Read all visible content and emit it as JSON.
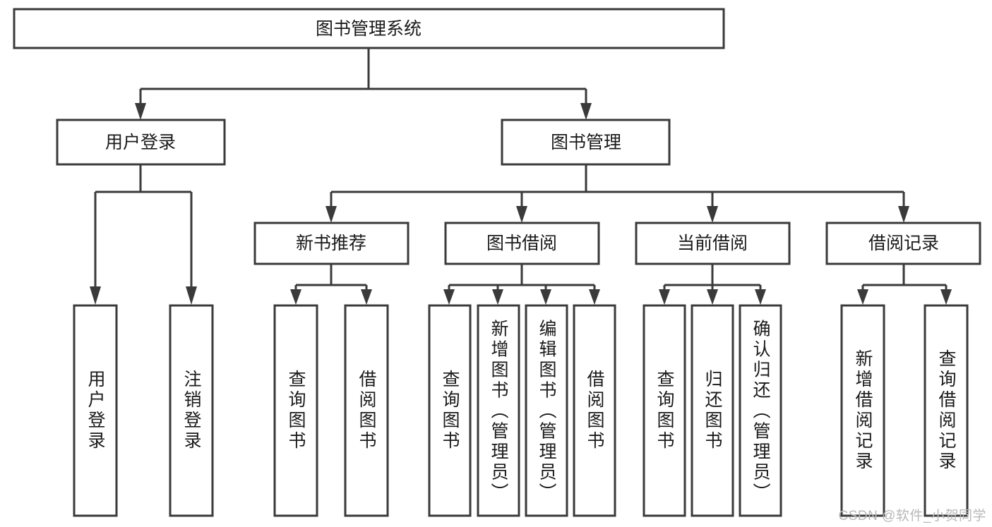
{
  "diagram": {
    "type": "tree-hierarchy-functional-decomposition",
    "title": "图书管理系统",
    "orientation": "top-down",
    "background_color": "#ffffff",
    "stroke_color": "#3a3a3a",
    "text_color": "#1a1a1a",
    "levels": [
      {
        "level": 1,
        "nodes": [
          {
            "id": "root",
            "label": "图书管理系统",
            "orientation": "horizontal"
          }
        ]
      },
      {
        "level": 2,
        "nodes": [
          {
            "id": "login",
            "label": "用户登录",
            "orientation": "horizontal",
            "parent": "root"
          },
          {
            "id": "bookmgmt",
            "label": "图书管理",
            "orientation": "horizontal",
            "parent": "root"
          }
        ]
      },
      {
        "level": 3,
        "nodes": [
          {
            "id": "newbook",
            "label": "新书推荐",
            "orientation": "horizontal",
            "parent": "bookmgmt"
          },
          {
            "id": "borrow",
            "label": "图书借阅",
            "orientation": "horizontal",
            "parent": "bookmgmt"
          },
          {
            "id": "current",
            "label": "当前借阅",
            "orientation": "horizontal",
            "parent": "bookmgmt"
          },
          {
            "id": "records",
            "label": "借阅记录",
            "orientation": "horizontal",
            "parent": "bookmgmt"
          }
        ]
      },
      {
        "level": 4,
        "nodes": [
          {
            "id": "leaf-1",
            "label": "用户登录",
            "orientation": "vertical",
            "parent": "login"
          },
          {
            "id": "leaf-2",
            "label": "注销登录",
            "orientation": "vertical",
            "parent": "login"
          },
          {
            "id": "leaf-3",
            "label": "查询图书",
            "orientation": "vertical",
            "parent": "newbook"
          },
          {
            "id": "leaf-4",
            "label": "借阅图书",
            "orientation": "vertical",
            "parent": "newbook"
          },
          {
            "id": "leaf-5",
            "label": "查询图书",
            "orientation": "vertical",
            "parent": "borrow"
          },
          {
            "id": "leaf-6",
            "label": "新增图书（管理员）",
            "orientation": "vertical",
            "parent": "borrow"
          },
          {
            "id": "leaf-7",
            "label": "编辑图书（管理员）",
            "orientation": "vertical",
            "parent": "borrow"
          },
          {
            "id": "leaf-8",
            "label": "借阅图书",
            "orientation": "vertical",
            "parent": "borrow"
          },
          {
            "id": "leaf-9",
            "label": "查询图书",
            "orientation": "vertical",
            "parent": "current"
          },
          {
            "id": "leaf-10",
            "label": "归还图书",
            "orientation": "vertical",
            "parent": "current"
          },
          {
            "id": "leaf-11",
            "label": "确认归还（管理员）",
            "orientation": "vertical",
            "parent": "current"
          },
          {
            "id": "leaf-12",
            "label": "新增借阅记录",
            "orientation": "vertical",
            "parent": "records"
          },
          {
            "id": "leaf-13",
            "label": "查询借阅记录",
            "orientation": "vertical",
            "parent": "records"
          }
        ]
      }
    ]
  },
  "watermark": {
    "text": "CSDN @软件_小贺同学"
  }
}
